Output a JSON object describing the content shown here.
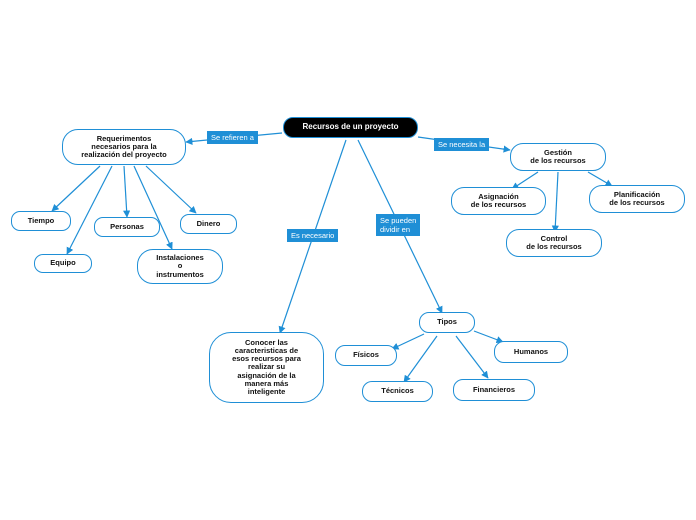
{
  "root": "Recursos de un proyecto",
  "nodes": {
    "requerimientos": "Requerimentos\nnecesarios para la\nrealización del proyecto",
    "tiempo": "Tiempo",
    "equipo": "Equipo",
    "personas": "Personas",
    "instalaciones": "Instalaciones\no\ninstrumentos",
    "dinero": "Dinero",
    "conocer": "Conocer las\ncaracteristicas de\nesos recursos para\nrealizar su\nasignación de la\nmanera más\ninteligente",
    "tipos": "Tipos",
    "fisicos": "Físicos",
    "tecnicos": "Técnicos",
    "financieros": "Financieros",
    "humanos": "Humanos",
    "gestion": "Gestión\nde los recursos",
    "asignacion": "Asignación\nde los recursos",
    "control": "Control\nde los recursos",
    "planificacion": "Planificación\nde los recursos"
  },
  "edge_labels": {
    "se_refieren": "Se refieren a",
    "es_necesario": "Es necesario",
    "se_pueden": "Se pueden\ndividir en",
    "se_necesita": "Se necesita la"
  },
  "colors": {
    "accent": "#1f8fd6",
    "root_bg": "#000000"
  }
}
